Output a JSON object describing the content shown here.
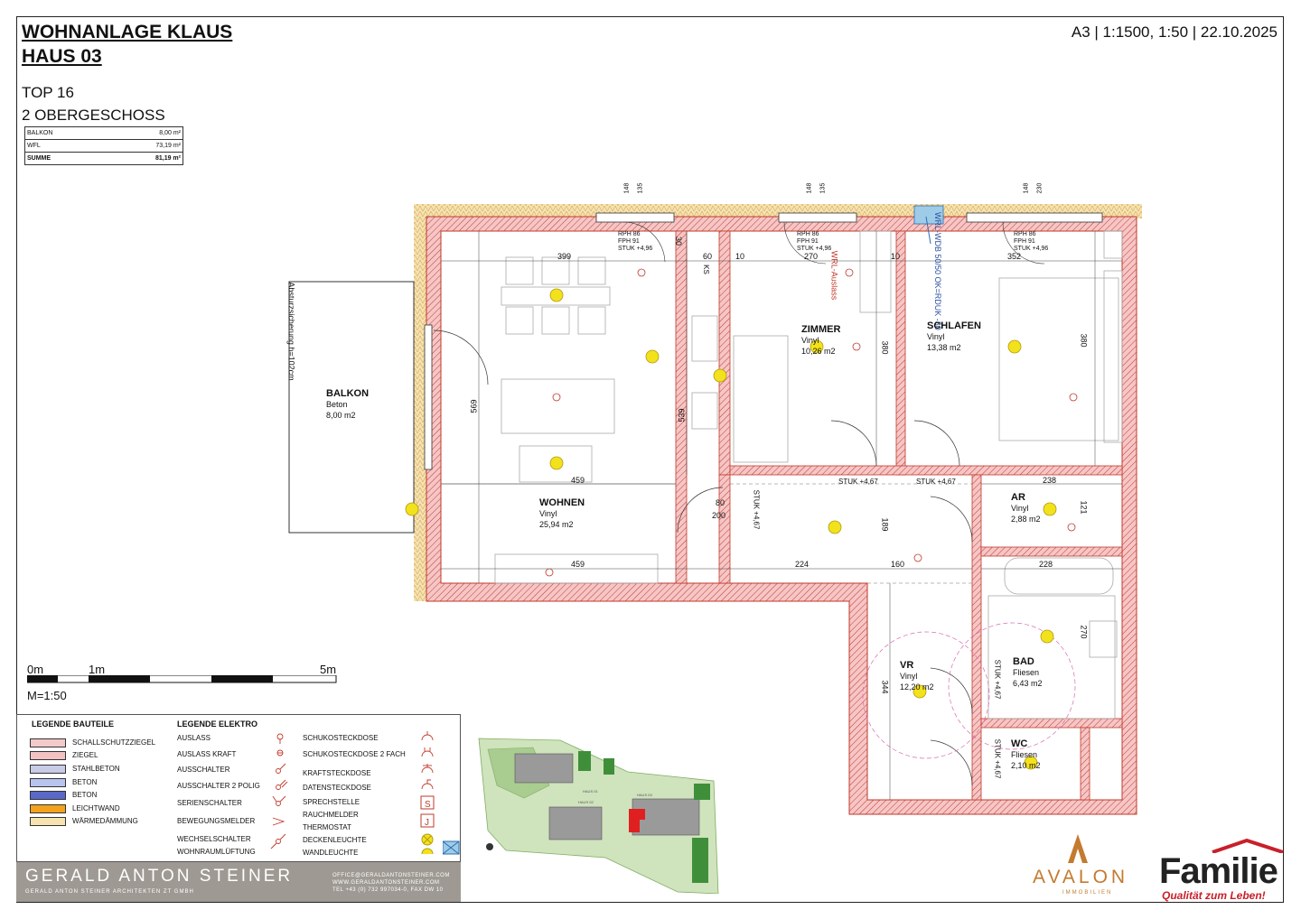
{
  "header": {
    "title_line1": "WOHNANLAGE KLAUS",
    "title_line2": "HAUS 03",
    "scale_date": "A3 | 1:1500, 1:50 | 22.10.2025",
    "top": "TOP 16",
    "floor": "2 OBERGESCHOSS"
  },
  "area_table": [
    {
      "label": "BALKON",
      "value": "8,00 m²"
    },
    {
      "label": "WFL",
      "value": "73,19 m²"
    },
    {
      "label": "SUMME",
      "value": "81,19 m²"
    }
  ],
  "rooms": {
    "balkon": {
      "name": "BALKON",
      "material": "Beton",
      "area": "8,00 m2"
    },
    "wohnen": {
      "name": "WOHNEN",
      "material": "Vinyl",
      "area": "25,94 m2"
    },
    "zimmer": {
      "name": "ZIMMER",
      "material": "Vinyl",
      "area": "10,26 m2"
    },
    "schlafen": {
      "name": "SCHLAFEN",
      "material": "Vinyl",
      "area": "13,38 m2"
    },
    "ar": {
      "name": "AR",
      "material": "Vinyl",
      "area": "2,88 m2"
    },
    "vr": {
      "name": "VR",
      "material": "Vinyl",
      "area": "12,20 m2"
    },
    "bad": {
      "name": "BAD",
      "material": "Fliesen",
      "area": "6,43 m2"
    },
    "wc": {
      "name": "WC",
      "material": "Fliesen",
      "area": "2,10 m2"
    }
  },
  "plan_labels": {
    "absturz": "Absturzsicherung h=102cm",
    "dims": [
      "399",
      "60",
      "10",
      "270",
      "10",
      "352",
      "459",
      "459",
      "224",
      "160",
      "238",
      "228",
      "569",
      "539",
      "380",
      "380",
      "189",
      "344",
      "121",
      "270",
      "200",
      "80",
      "30",
      "KS"
    ],
    "stuk": [
      "STUK +4,67",
      "STUK +4,67",
      "STUK +4,67",
      "STUK +4,67",
      "STUK +4,67"
    ],
    "window_labels": [
      "RPH 86",
      "FPH 91",
      "STUK +4,96"
    ],
    "window_dims": [
      "148",
      "135",
      "148",
      "135",
      "148",
      "230"
    ],
    "wrl": "WRL-WDB 50/50 OK=RDUK -30",
    "wrl_auslass": "WRL-Auslass"
  },
  "scalebar": {
    "labels": [
      "0m",
      "1m",
      "5m"
    ],
    "ratio": "M=1:50"
  },
  "legend_bauteile": {
    "heading": "LEGENDE BAUTEILE",
    "items": [
      {
        "label": "SCHALLSCHUTZZIEGEL",
        "color": "#f4c9c9"
      },
      {
        "label": "ZIEGEL",
        "color": "#f3c2c2"
      },
      {
        "label": "STAHLBETON",
        "color": "#c8cce6"
      },
      {
        "label": "BETON",
        "color": "#b9c4ee"
      },
      {
        "label": "BETON",
        "color": "#5a68c8"
      },
      {
        "label": "LEICHTWAND",
        "color": "#f2a21c"
      },
      {
        "label": "WÄRMEDÄMMUNG",
        "color": "#f6e3b0"
      }
    ]
  },
  "legend_elektro": {
    "heading": "LEGENDE ELEKTRO",
    "col1": [
      "AUSLASS",
      "AUSLASS KRAFT",
      "AUSSCHALTER",
      "AUSSCHALTER 2 POLIG",
      "SERIENSCHALTER",
      "BEWEGUNGSMELDER",
      "WECHSELSCHALTER",
      "WOHNRAUMLÜFTUNG"
    ],
    "col2": [
      "SCHUKOSTECKDOSE",
      "SCHUKOSTECKDOSE 2 FACH",
      "KRAFTSTECKDOSE",
      "DATENSTECKDOSE",
      "SPRECHSTELLE",
      "RAUCHMELDER",
      "THERMOSTAT",
      "DECKENLEUCHTE",
      "WANDLEUCHTE"
    ],
    "symbols": [
      "S",
      "J"
    ]
  },
  "siteplan": {
    "labels": [
      "HAUS 01",
      "HAUS 02",
      "HAUS 03"
    ]
  },
  "architect": {
    "name": "GERALD ANTON STEINER",
    "sub": "GERALD ANTON STEINER ARCHITEKTEN ZT GMBH",
    "contact1": "OFFICE@GERALDANTONSTEINER.COM",
    "contact2": "WWW.GERALDANTONSTEINER.COM",
    "contact3": "TEL +43 (0) 732 997034-0, FAX DW 10"
  },
  "brands": {
    "avalon": "AVALON",
    "avalon_sub": "IMMOBILIEN",
    "familie": "Familie",
    "familie_sub": "Qualität zum Leben!"
  },
  "colors": {
    "wall": "#f2b9b9",
    "wall_stroke": "#c0392b",
    "insulation": "#f5e0a8",
    "lamp": "#f2e21b"
  }
}
